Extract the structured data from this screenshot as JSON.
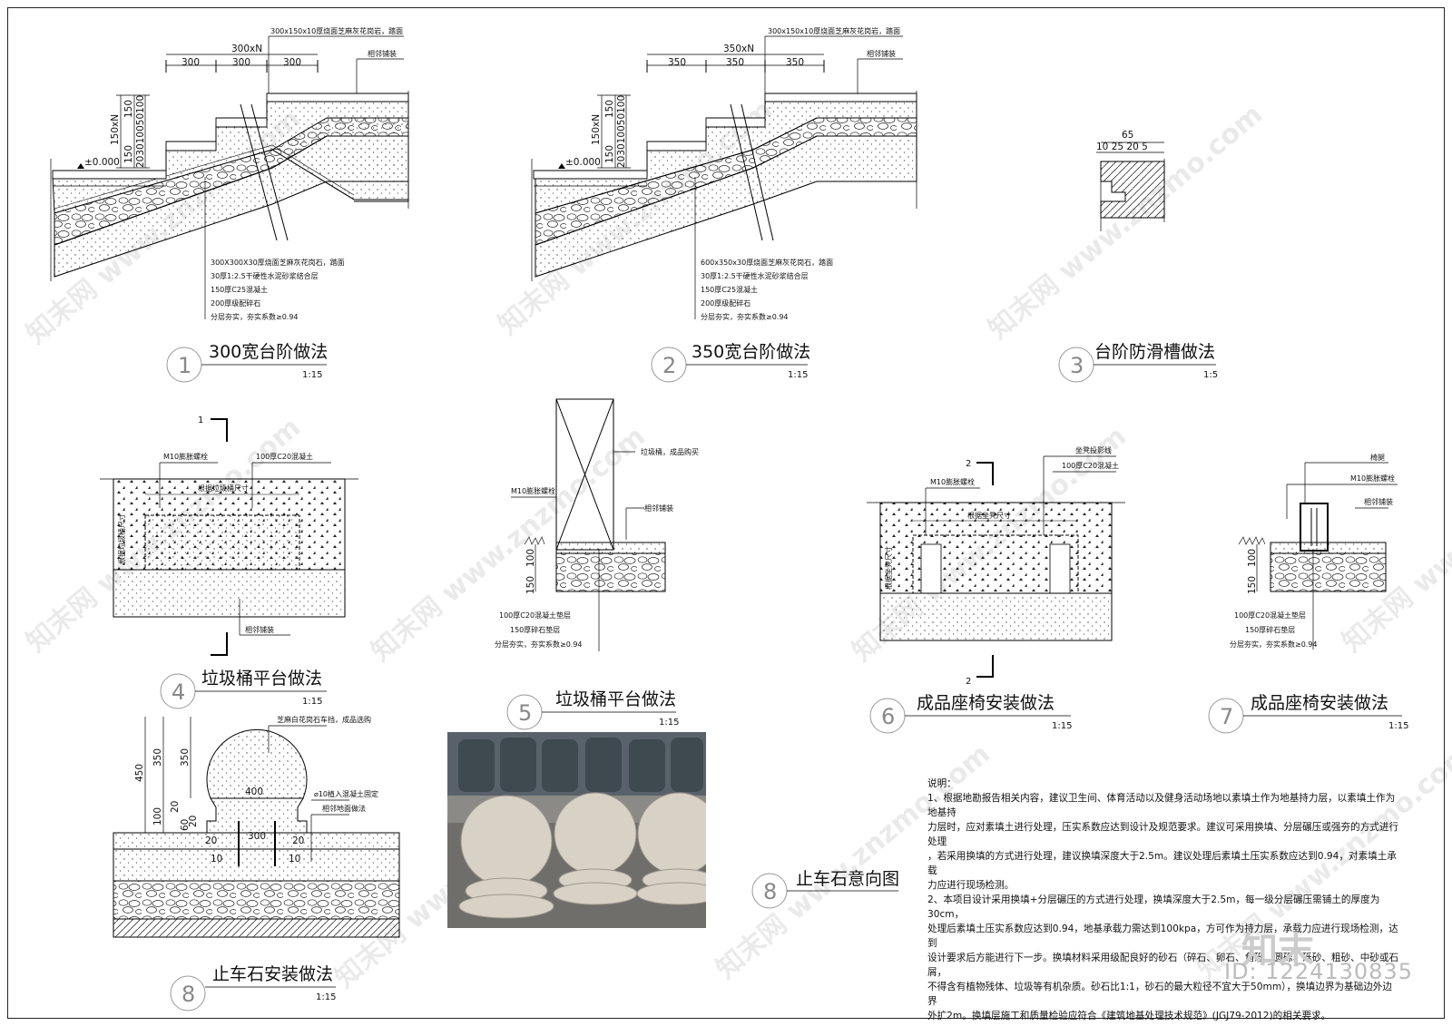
{
  "details": [
    {
      "num": "1",
      "title": "300宽台阶做法",
      "scale": "1:15"
    },
    {
      "num": "2",
      "title": "350宽台阶做法",
      "scale": "1:15"
    },
    {
      "num": "3",
      "title": "台阶防滑槽做法",
      "scale": "1:5"
    },
    {
      "num": "4",
      "title": "垃圾桶平台做法",
      "scale": "1:15"
    },
    {
      "num": "5",
      "title": "垃圾桶平台做法",
      "scale": "1:15"
    },
    {
      "num": "6",
      "title": "成品座椅安装做法",
      "scale": "1:15"
    },
    {
      "num": "7",
      "title": "成品座椅安装做法",
      "scale": "1:15"
    },
    {
      "num": "8",
      "title": "止车石安装做法",
      "scale": "1:15"
    },
    {
      "num": "8",
      "title": "止车石意向图",
      "scale": ""
    }
  ],
  "stair1": {
    "top_note": "300x150x10厚烧面芝麻灰花岗岩，踏面",
    "overall_dim": "300xN",
    "dims": [
      "300",
      "300",
      "300"
    ],
    "height_dim": "150xN",
    "riser_dims": [
      "150",
      "150"
    ],
    "layer_dims": "203010050100",
    "elevation": "±0.000",
    "adjacent": "相邻铺装",
    "layers": [
      "300X300X30厚烧面芝麻灰花岗石，踏面",
      "30厚1:2.5干硬性水泥砂浆结合层",
      "150厚C25混凝土",
      "200厚级配碎石",
      "分层夯实，夯实系数≥0.94"
    ]
  },
  "stair2": {
    "top_note": "300x150x10厚烧面芝麻灰花岗岩，踏面",
    "overall_dim": "350xN",
    "dims": [
      "350",
      "350",
      "350"
    ],
    "height_dim": "150xN",
    "riser_dims": [
      "150",
      "150"
    ],
    "layer_dims": "203010050100",
    "elevation": "±0.000",
    "adjacent": "相邻铺装",
    "layers": [
      "600x350x30厚烧面芝麻灰花岗石，踏面",
      "30厚1:2.5干硬性水泥砂浆结合层",
      "150厚C25混凝土",
      "200厚级配碎石",
      "分层夯实，夯实系数≥0.94"
    ]
  },
  "groove": {
    "dim_top": "65",
    "dims": "10 25 20 5"
  },
  "bin_plan": {
    "bolt": "M10膨胀螺栓",
    "concrete": "100厚C20混凝土",
    "size": "根据垃圾桶尺寸",
    "side": "根据垃圾桶尺寸",
    "adjacent": "相邻铺装",
    "section": "1"
  },
  "bin_section": {
    "product": "垃圾桶，成品购买",
    "bolt": "M10膨胀螺栓",
    "adjacent": "相邻铺装",
    "dims": [
      "100",
      "150"
    ],
    "layers": [
      "100厚C20混凝土垫层",
      "150厚碎石垫层",
      "分层夯实，夯实系数≥0.94"
    ]
  },
  "bench_plan": {
    "bolt": "M10膨胀螺栓",
    "line": "坐凳投影线",
    "concrete": "100厚C20混凝土",
    "size": "根据坐凳尺寸",
    "side": "根据坐凳尺寸",
    "section": "2"
  },
  "bench_section": {
    "leg": "椅腿",
    "bolt": "M10膨胀螺栓",
    "adjacent": "相邻铺装",
    "dims": [
      "100",
      "150"
    ],
    "layers": [
      "100厚C20混凝土垫层",
      "150厚碎石垫层",
      "分层夯实，夯实系数≥0.94"
    ]
  },
  "bollard": {
    "product": "芝麻白花岗石车挡，成品选购",
    "anchor": "⌀10植入混凝土固定",
    "paving": "相邻地面做法",
    "dims": {
      "h_total": "450",
      "h_ball": "350",
      "h_ball2": "350",
      "d": "400",
      "base": "100",
      "b20": "20",
      "b60": "60",
      "b2": "20",
      "w300": "300",
      "s10": "10",
      "s20": "20"
    }
  },
  "notes": {
    "heading": "说明：",
    "items": [
      "1、根据地勘报告相关内容，建议卫生间、体育活动以及健身活动场地以素填土作为地基持力层，以素填土作为地基持",
      "力层时，应对素填土进行处理，压实系数应达到设计及规范要求。建议可采用换填、分层碾压或强夯的方式进行处理",
      "，若采用换填的方式进行处理，建议换填深度大于2.5m。建议处理后素填土压实系数应达到0.94，对素填土承载",
      "力应进行现场检测。",
      "2、本项目设计采用换填+分层碾压的方式进行处理，换填深度大于2.5m，每一级分层碾压需铺土的厚度为30cm，",
      "处理后素填土压实系数应达到0.94，地基承载力需达到100kpa，方可作为持力层，承载力应进行现场检测，达到",
      "设计要求后方能进行下一步。换填材料采用级配良好的砂石（碎石、卵石、角砾、圆砾、砾砂、粗砂、中砂或石屑，",
      "不得含有植物残体、垃圾等有机杂质。砂石比1:1，砂石的最大粒径不宜大于50mm），换填边界为基础边外边界",
      "外扩2m。换填层施工和质量检验应符合《建筑地基处理技术规范》(JGJ79-2012)的相关要求。"
    ]
  },
  "watermark": "知末网 www.znzmo.com",
  "brand": "知末",
  "id_tag": "ID: 1224130835"
}
